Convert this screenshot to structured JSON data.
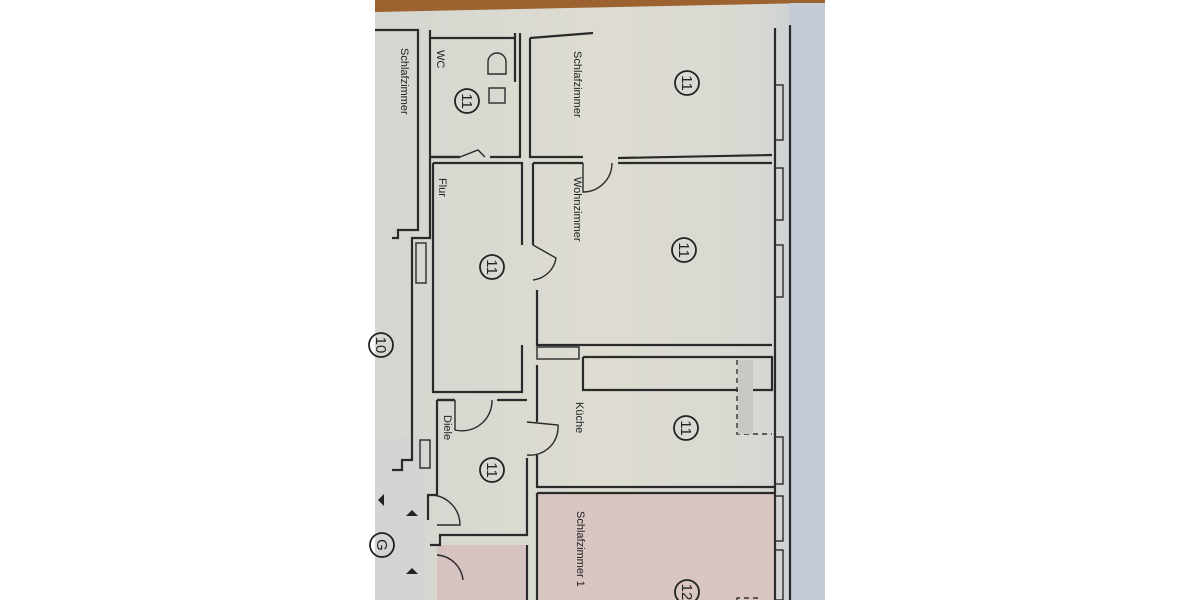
{
  "rooms": {
    "schlafzimmer_left": {
      "label": "Schlafzimmer"
    },
    "wc": {
      "label": "WC",
      "number": "11"
    },
    "schlafzimmer_top": {
      "label": "Schlafzimmer",
      "number": "11"
    },
    "flur": {
      "label": "Flur",
      "number": "11"
    },
    "wohnzimmer": {
      "label": "Wohnzimmer",
      "number": "11"
    },
    "diele": {
      "label": "Diele",
      "number": "11"
    },
    "kueche": {
      "label": "Küche",
      "number": "11"
    },
    "schlafzimmer_1": {
      "label": "Schlafzimmer 1",
      "number": "12"
    }
  },
  "markers": {
    "left_unit": "10",
    "stair": "G"
  },
  "colors": {
    "paper": "#dcdcd4",
    "wood": "#a0642e",
    "pink_room": "#dcc8c4",
    "background": "#ffffff"
  }
}
